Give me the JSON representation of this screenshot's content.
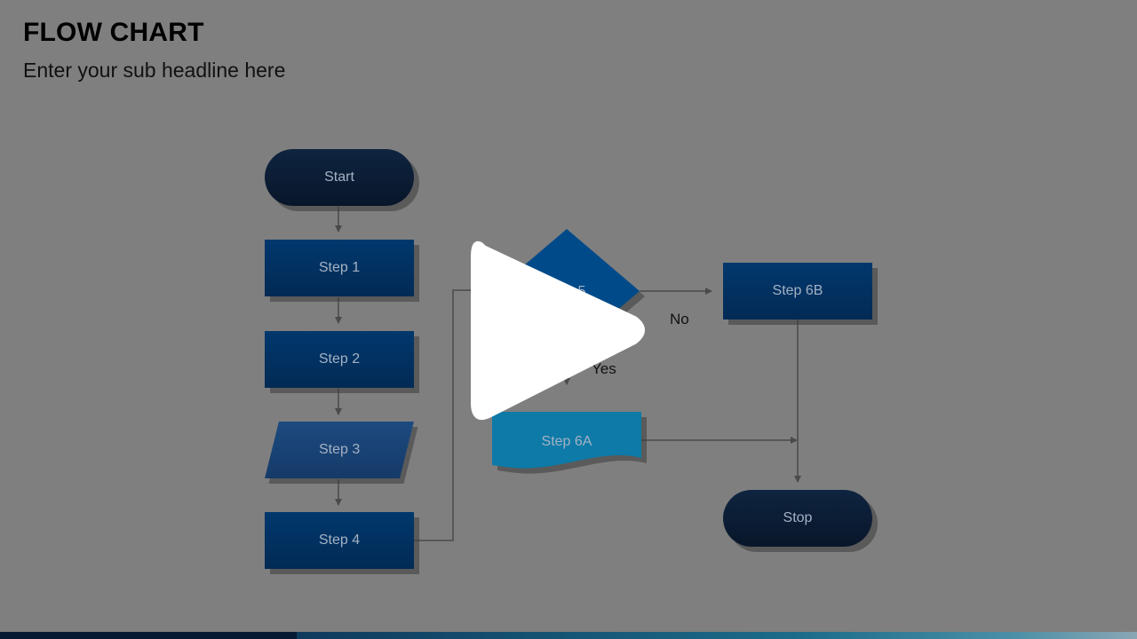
{
  "header": {
    "title": "FLOW CHART",
    "subtitle": "Enter your sub headline here"
  },
  "nodes": {
    "start": "Start",
    "step1": "Step 1",
    "step2": "Step 2",
    "step3": "Step 3",
    "step4": "Step 4",
    "step5": "5",
    "step6a": "Step 6A",
    "step6b": "Step 6B",
    "stop": "Stop"
  },
  "edges": {
    "no_label": "No",
    "yes_label": "Yes"
  },
  "overlay": {
    "icon": "play-icon"
  },
  "colors": {
    "background": "#7f7f7f",
    "terminator": "#0c1f38",
    "process": "#01386d",
    "decision": "#014a8a",
    "document": "#0d7aa8",
    "node_text": "#a4b2c4",
    "connector": "#4a4a4a"
  }
}
